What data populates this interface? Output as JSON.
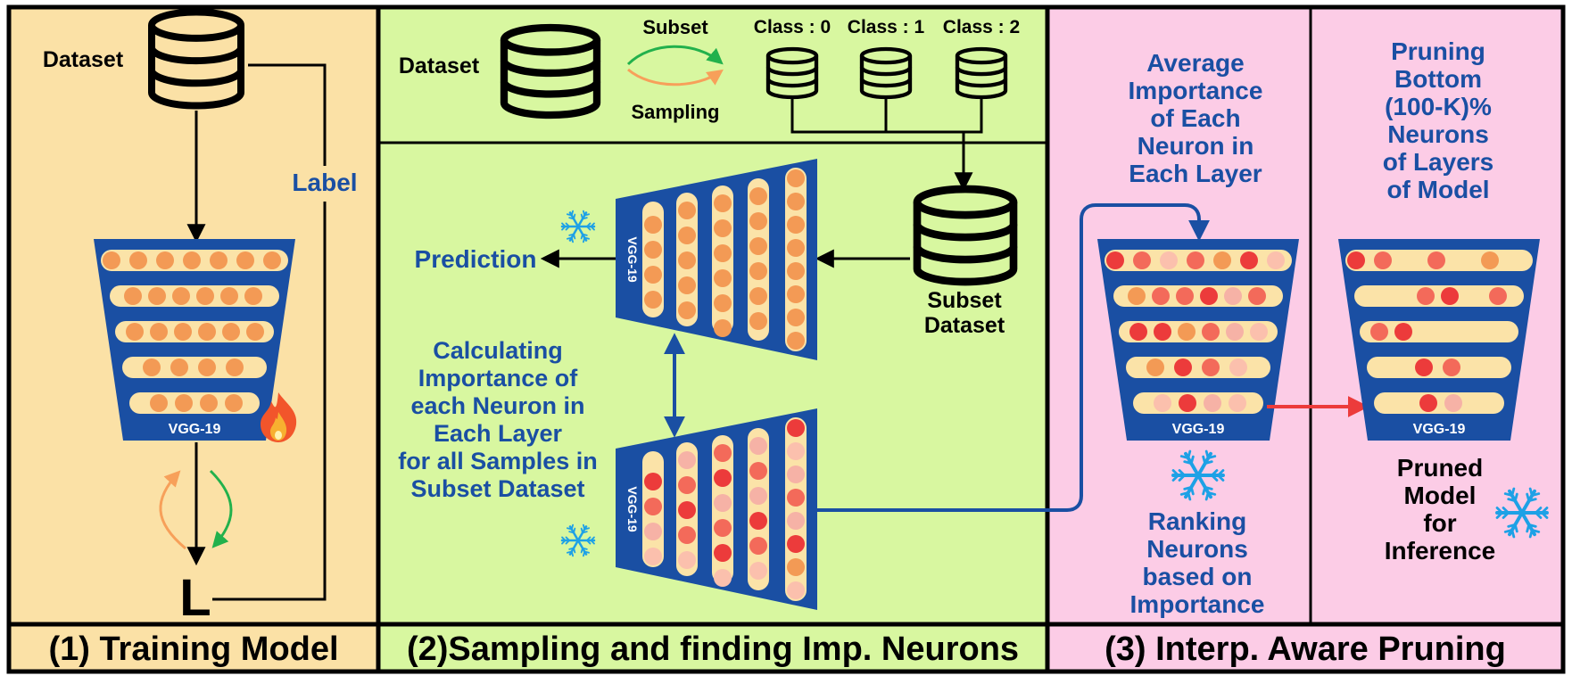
{
  "colors": {
    "panel1_bg": "#fbe1a6",
    "panel2_bg": "#d8f7a0",
    "panel3_bg": "#fccce6",
    "network_blue": "#1a4fa3",
    "text_blue": "#1a4fa3",
    "neuron_orange": "#f39a55",
    "neuron_track": "#fbe3a8",
    "neuron_red": "#ec3b3b",
    "neuron_pink": "#f6b2a6",
    "neuron_mid": "#f36a5a",
    "arrow_red": "#ec3b3b",
    "arrow_green": "#22b14c",
    "arrow_orange": "#f7a05a",
    "snowflake": "#1ea1e6"
  },
  "panel1": {
    "dataset_label": "Dataset",
    "label_text": "Label",
    "model_label": "VGG-19",
    "loss_symbol": "L",
    "flame_icon": "flame-icon",
    "caption": "(1) Training Model"
  },
  "panel2": {
    "dataset_label": "Dataset",
    "subset_label": "Subset",
    "sampling_label": "Sampling",
    "class_labels": [
      "Class : 0",
      "Class : 1",
      "Class : 2"
    ],
    "subset_dataset_label": [
      "Subset",
      "Dataset"
    ],
    "prediction_label": "Prediction",
    "model_label": "VGG-19",
    "importance_text": [
      "Calculating",
      "Importance of",
      "each Neuron in",
      "Each Layer",
      "for all Samples in",
      "Subset Dataset"
    ],
    "snowflake_icon": "snowflake-icon",
    "caption": "(2)Sampling and finding Imp. Neurons"
  },
  "panel3": {
    "average_text": [
      "Average",
      "Importance",
      "of Each",
      "Neuron in",
      "Each Layer"
    ],
    "ranking_text": [
      "Ranking",
      "Neurons",
      "based on",
      "Importance"
    ],
    "pruning_text": [
      "Pruning",
      "Bottom",
      "(100-K)%",
      "Neurons",
      "of Layers",
      "of Model"
    ],
    "pruned_text": [
      "Pruned",
      "Model",
      "for",
      "Inference"
    ],
    "model_label": "VGG-19",
    "snowflake_icon": "snowflake-icon",
    "caption": "(3) Interp. Aware Pruning"
  }
}
